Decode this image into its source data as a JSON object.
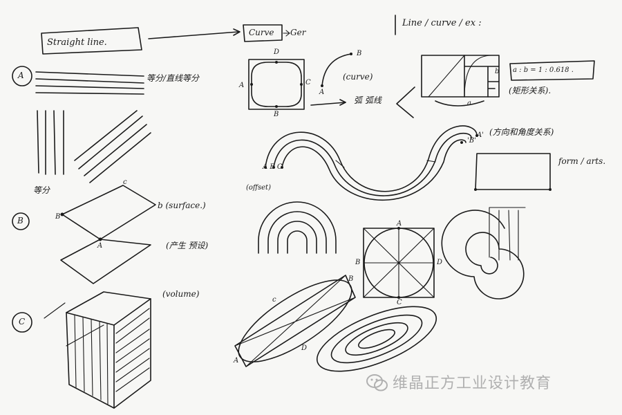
{
  "labels": {
    "straight_line": "Straight line.",
    "curve_box": "Curve",
    "ger": "Ger",
    "header_right": "Line / curve / ex :",
    "label_A_circle": "A",
    "label_B_circle": "B",
    "label_C_circle": "C",
    "cn_divide": "等分/直线等分",
    "cn_divide2": "等分",
    "surface": "b (surface.)",
    "cn_preset": "(产生 预设)",
    "volume": "(volume)",
    "curve_paren": "(curve)",
    "cn_squiggle": "弧 弧线",
    "ratio": "a : b = 1 : 0.618 .",
    "cn_golden": "(矩形关系).",
    "cn_direction": "(方向和角度关系)",
    "form_arts": "form / arts.",
    "offset": "(offset)",
    "pt_A": "A",
    "pt_B": "B",
    "pt_C": "C",
    "pt_D": "D",
    "pt_a": "a",
    "pt_b": "b",
    "pt_c": "c",
    "pt_B2": "'B'",
    "pt_A2": "A'",
    "pt_c_top": "c",
    "abc": "A B C"
  },
  "watermark": {
    "text": "维晶正方工业设计教育",
    "icon": "wechat-icon"
  }
}
